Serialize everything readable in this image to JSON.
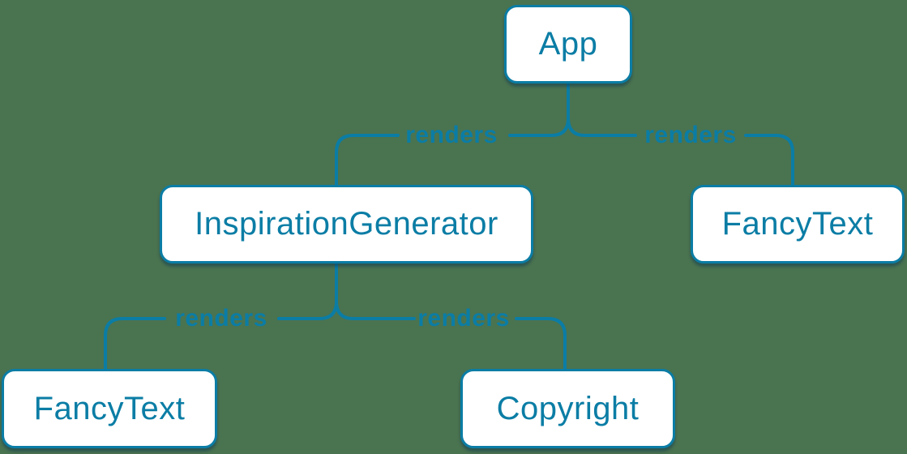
{
  "colors": {
    "background": "#4a7350",
    "accent": "#0b7da5",
    "node_fill": "#ffffff",
    "shadow": "rgba(16,58,82,0.5)"
  },
  "diagram": {
    "type": "react-component-tree",
    "nodes": [
      {
        "id": "app",
        "label": "App"
      },
      {
        "id": "inspiration-generator",
        "label": "InspirationGenerator"
      },
      {
        "id": "fancy-text-top",
        "label": "FancyText"
      },
      {
        "id": "fancy-text-bottom",
        "label": "FancyText"
      },
      {
        "id": "copyright",
        "label": "Copyright"
      }
    ],
    "edges": [
      {
        "from": "App",
        "to": "InspirationGenerator",
        "label": "renders"
      },
      {
        "from": "App",
        "to": "FancyText",
        "label": "renders"
      },
      {
        "from": "InspirationGenerator",
        "to": "FancyText",
        "label": "renders"
      },
      {
        "from": "InspirationGenerator",
        "to": "Copyright",
        "label": "renders"
      }
    ]
  }
}
